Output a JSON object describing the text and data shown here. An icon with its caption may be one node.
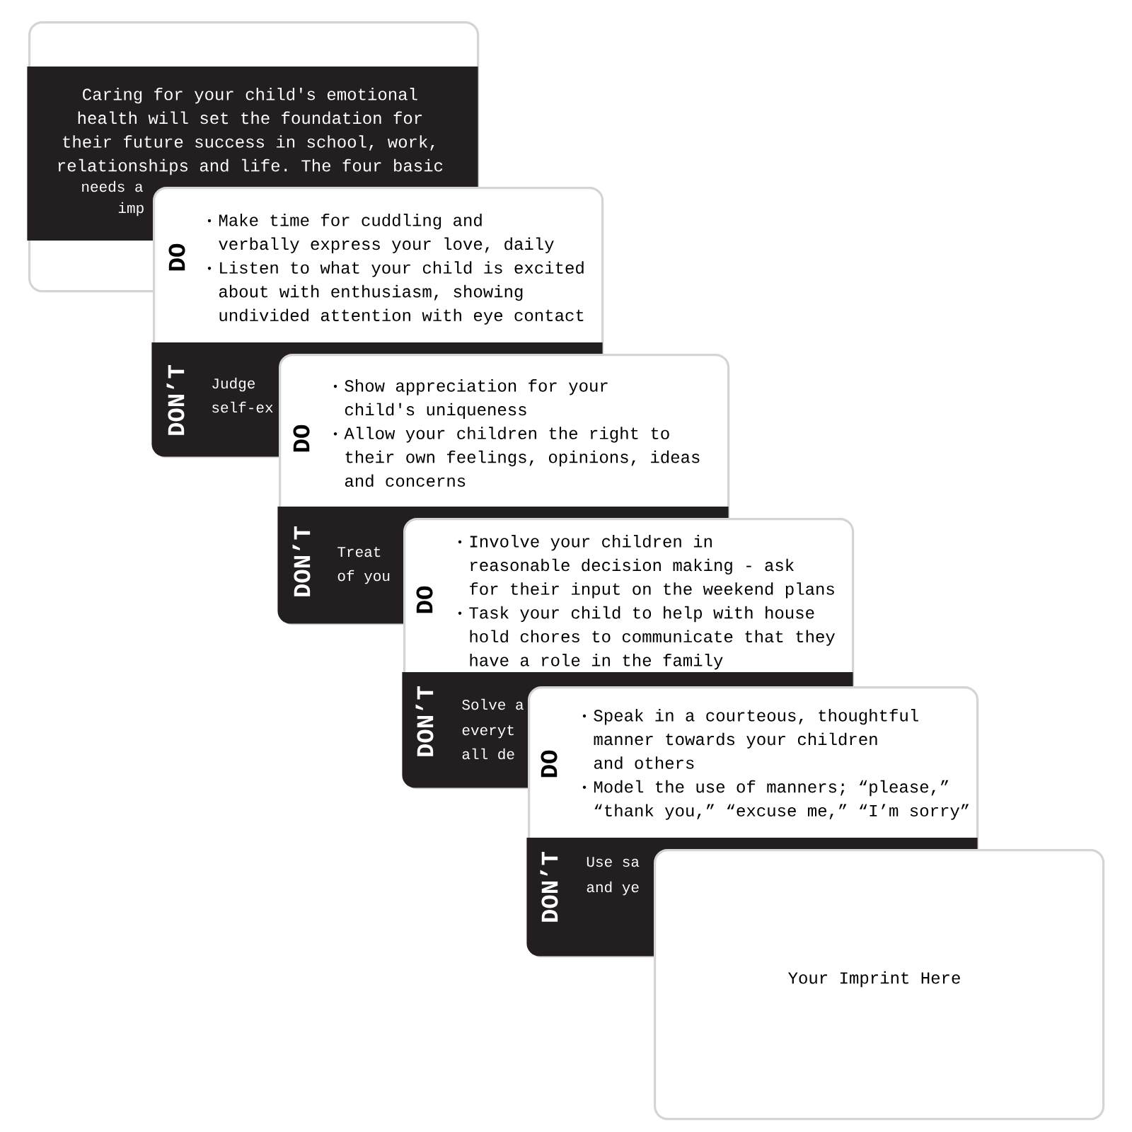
{
  "diagram": {
    "nodes": [
      {
        "text": [
          "Caring for your child's emotional health will set the foundation for their future success in school, work, relationships and life. The four basic",
          "needs a",
          "imp"
        ]
      },
      {
        "text": [
          "DO",
          "Make time for cuddling and verbally express your love, daily",
          "Listen to what your child is excited about with enthusiasm, showing undivided attention with eye contact",
          "DON’T",
          "Judge",
          "self-ex"
        ]
      },
      {
        "text": [
          "DO",
          "Show appreciation for your child's uniqueness",
          "Allow your children the right to their own feelings, opinions, ideas and concerns",
          "DON’T",
          "Treat",
          "of you"
        ]
      },
      {
        "text": [
          "DO",
          "Involve your children in reasonable decision making - ask for their input on the weekend plans",
          "Task your child to help with house hold chores to communicate that they have a role in the family",
          "DON’T",
          "Solve a",
          "everyt",
          "all de"
        ]
      },
      {
        "text": [
          "DO",
          "Speak in a courteous, thoughtful manner towards your children and others",
          "Model the use of manners; “please,” “thank you,” “excuse me,” “I’m sorry”",
          "DON’T",
          "Use sa",
          "and ye"
        ]
      },
      {
        "text": [
          "Your Imprint Here"
        ]
      }
    ]
  }
}
